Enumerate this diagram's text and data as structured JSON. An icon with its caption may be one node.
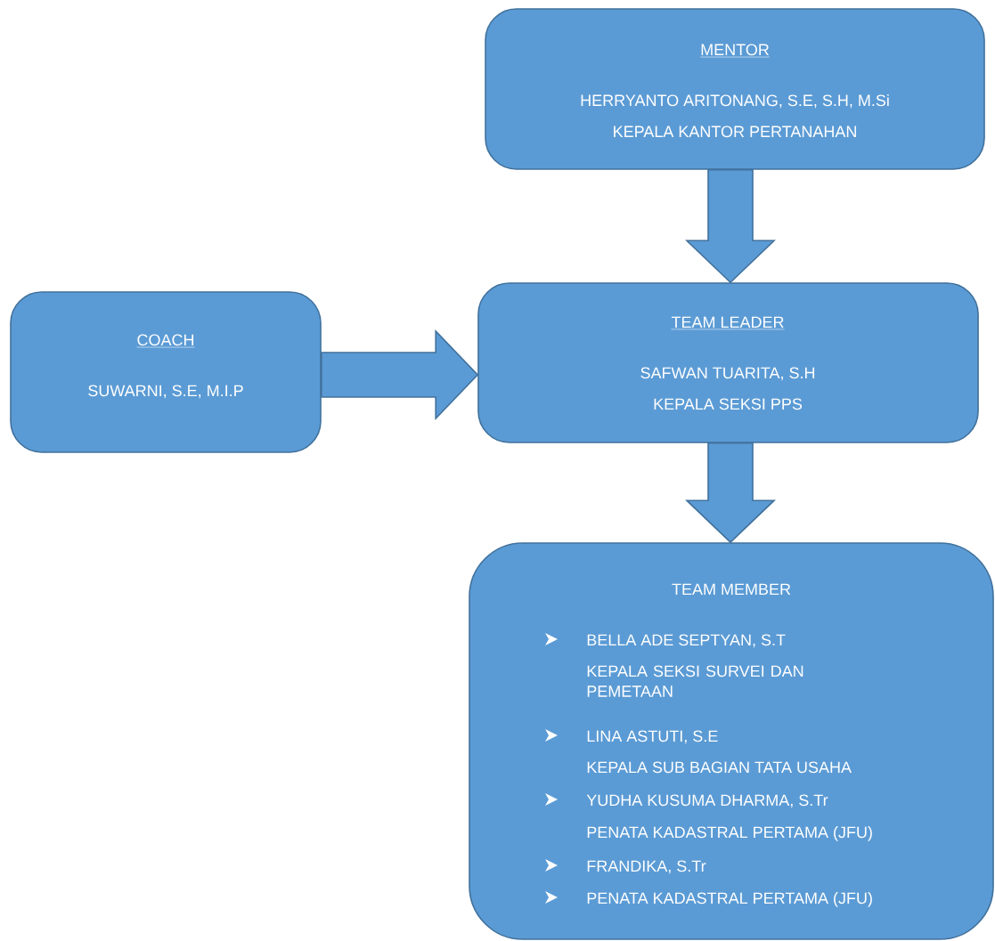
{
  "diagram": {
    "nodes": [
      {
        "text": [
          "MENTOR",
          "HERRYANTO ARITONANG, S.E, S.H, M.Si",
          "KEPALA KANTOR PERTANAHAN"
        ]
      },
      {
        "text": [
          "COACH",
          "SUWARNI, S.E, M.I.P"
        ]
      },
      {
        "text": [
          "TEAM LEADER",
          "SAFWAN TUARITA, S.H",
          "KEPALA SEKSI PPS"
        ]
      },
      {
        "text": [
          "TEAM MEMBER",
          "BELLA ADE SEPTYAN, S.T",
          "KEPALA SEKSI SURVEI DAN PEMETAAN",
          "LINA ASTUTI, S.E",
          "KEPALA SUB BAGIAN TATA USAHA",
          "YUDHA KUSUMA DHARMA, S.Tr",
          "PENATA KADASTRAL PERTAMA (JFU)",
          "FRANDIKA, S.Tr",
          "PENATA KADASTRAL PERTAMA (JFU)"
        ]
      }
    ],
    "edges": [
      {
        "from": 0,
        "to": 2,
        "arrow": "to"
      },
      {
        "from": 1,
        "to": 2,
        "arrow": "to"
      },
      {
        "from": 2,
        "to": 3,
        "arrow": "to"
      }
    ]
  }
}
